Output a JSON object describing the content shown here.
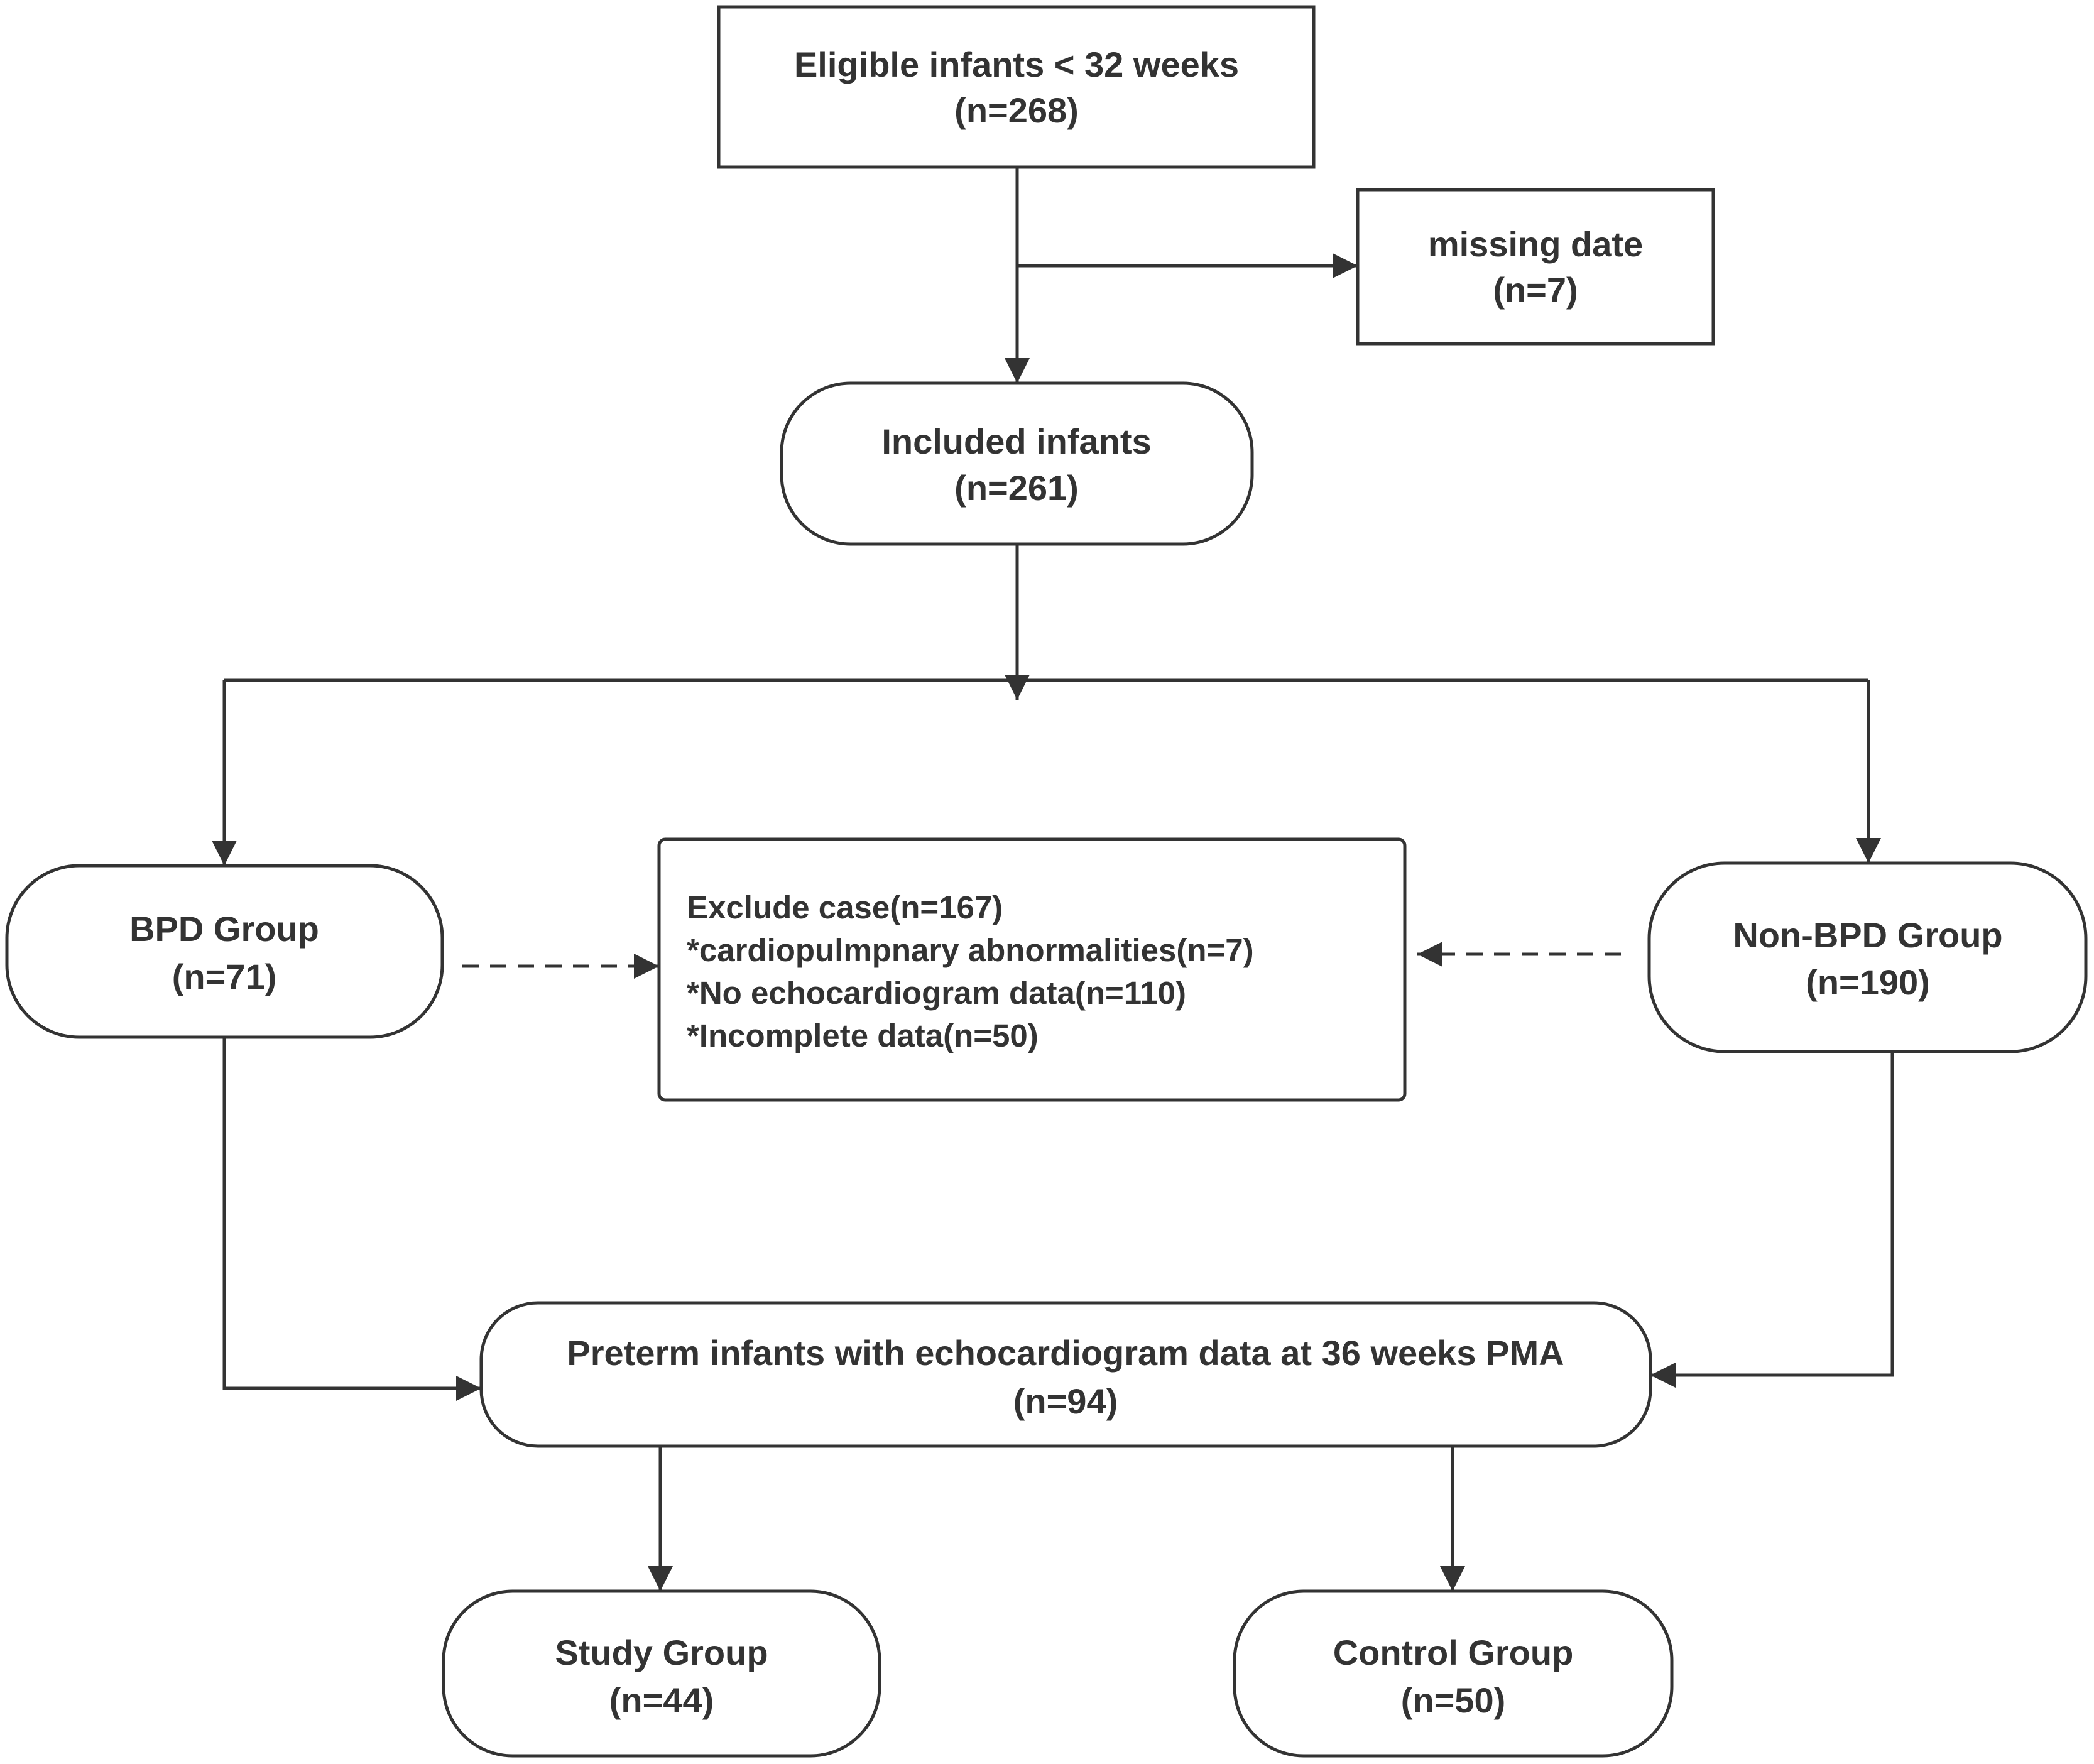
{
  "nodes": {
    "eligible": {
      "title": "Eligible infants < 32 weeks",
      "count": "(n=268)"
    },
    "missing": {
      "title": "missing date",
      "count": "(n=7)"
    },
    "included": {
      "title": "Included infants",
      "count": "(n=261)"
    },
    "bpd": {
      "title": "BPD Group",
      "count": "(n=71)"
    },
    "non_bpd": {
      "title": "Non-BPD Group",
      "count": "(n=190)"
    },
    "exclude": {
      "lines": [
        "Exclude case(n=167)",
        "*cardiopulmpnary abnormalities(n=7)",
        "*No echocardiogram data(n=110)",
        "*Incomplete data(n=50)"
      ]
    },
    "preterm": {
      "title": "Preterm infants with echocardiogram data at 36 weeks PMA",
      "count": "(n=94)"
    },
    "study": {
      "title": "Study Group",
      "count": "(n=44)"
    },
    "control": {
      "title": "Control Group",
      "count": "(n=50)"
    }
  },
  "colors": {
    "stroke": "#333333",
    "background": "#ffffff"
  }
}
